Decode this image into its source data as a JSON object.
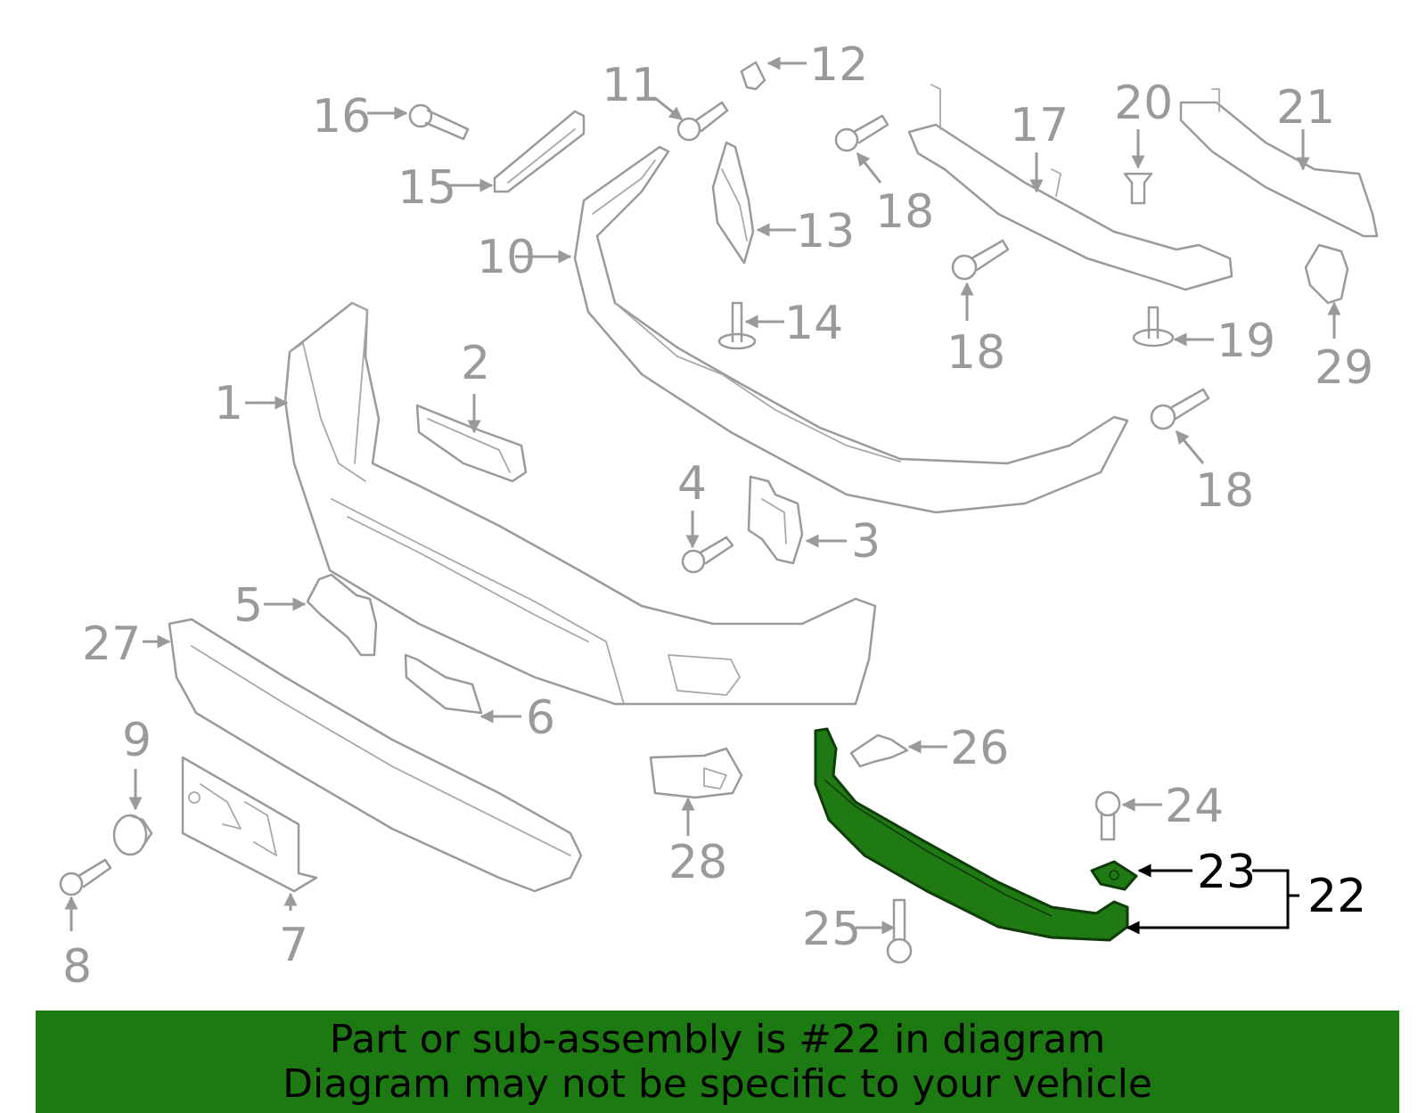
{
  "diagram": {
    "callouts": {
      "c1": "1",
      "c2": "2",
      "c3": "3",
      "c4": "4",
      "c5": "5",
      "c6": "6",
      "c7": "7",
      "c8": "8",
      "c9": "9",
      "c10": "10",
      "c11": "11",
      "c12": "12",
      "c13": "13",
      "c14": "14",
      "c15": "15",
      "c16": "16",
      "c17": "17",
      "c18a": "18",
      "c18b": "18",
      "c18c": "18",
      "c19": "19",
      "c20": "20",
      "c21": "21",
      "c22": "22",
      "c23": "23",
      "c24": "24",
      "c25": "25",
      "c26": "26",
      "c27": "27",
      "c28": "28",
      "c29": "29"
    },
    "highlight_color": "#1f7a14"
  },
  "banner": {
    "line1": "Part or sub-assembly is #22 in diagram",
    "line2": "Diagram may not be specific to your vehicle",
    "background": "#1d7a12"
  }
}
